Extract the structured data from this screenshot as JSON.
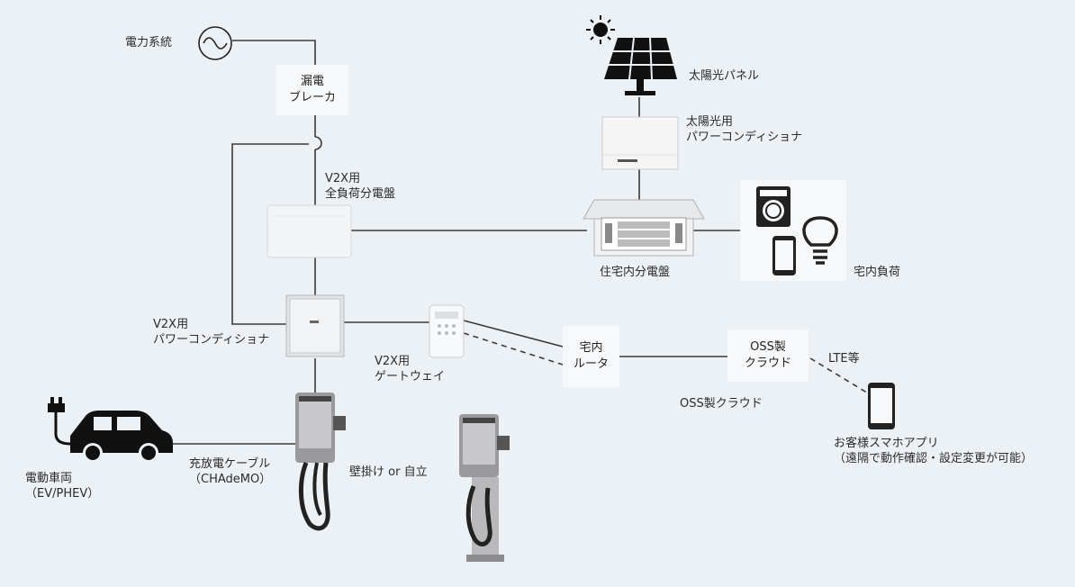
{
  "labels": {
    "grid": "電力系統",
    "breaker": [
      "漏電",
      "ブレーカ"
    ],
    "solar_panel": "太陽光パネル",
    "solar_pcs": [
      "太陽光用",
      "パワーコンディショナ"
    ],
    "v2x_panel": [
      "V2X用",
      "全負荷分電盤"
    ],
    "home_panel": "住宅内分電盤",
    "home_load": "宅内負荷",
    "v2x_pcs": [
      "V2X用",
      "パワーコンディショナ"
    ],
    "v2x_gateway": [
      "V2X用",
      "ゲートウェイ"
    ],
    "router": [
      "宅内",
      "ルータ"
    ],
    "oss_box": [
      "OSS製",
      "クラウド"
    ],
    "oss_cloud": "OSS製クラウド",
    "lte": "LTE等",
    "app": [
      "お客様スマホアプリ",
      "（遠隔で動作確認・設定変更が可能）"
    ],
    "ev": [
      "電動車両",
      "（EV/PHEV）"
    ],
    "cable": [
      "充放電ケーブル",
      "（CHAdeMO）"
    ],
    "mount": "壁掛け or 自立"
  },
  "icons": [
    "ac-source-icon",
    "sun-icon",
    "solar-panel-icon",
    "washing-machine-icon",
    "smartphone-icon",
    "light-bulb-icon",
    "ev-car-icon",
    "plug-icon"
  ],
  "colors": {
    "background": "#ecf1f6",
    "line": "#3a3a3a",
    "box": "#f7f8f9",
    "icon": "#111111"
  }
}
